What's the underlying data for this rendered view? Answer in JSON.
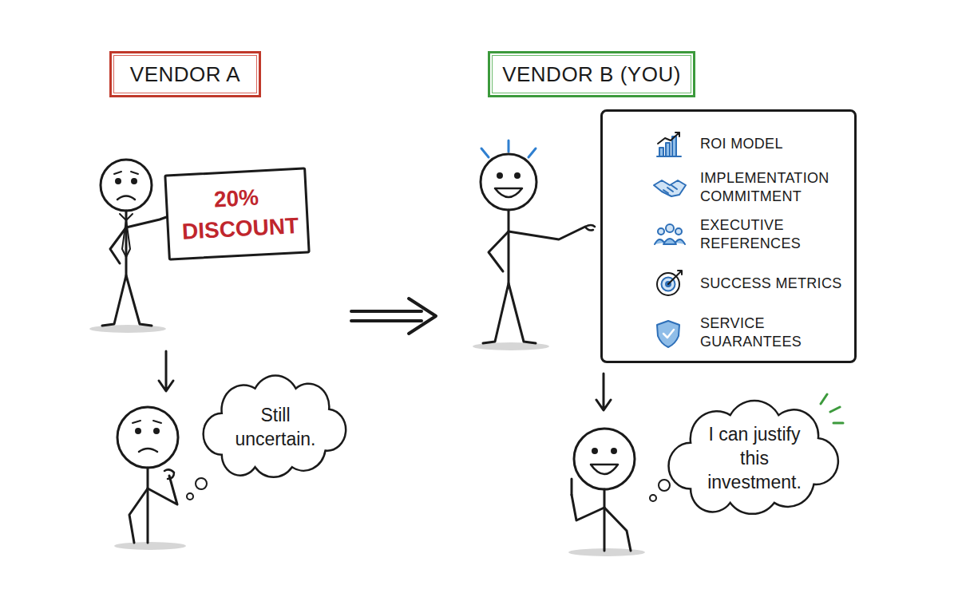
{
  "diagram": {
    "nodes": [
      {
        "text": [
          "VENDOR A"
        ]
      },
      {
        "text": [
          "20% DISCOUNT"
        ]
      },
      {
        "text": [
          "Still uncertain."
        ]
      },
      {
        "text": [
          "VENDOR B (YOU)"
        ]
      },
      {
        "text": [
          "ROI MODEL",
          "IMPLEMENTATION COMMITMENT",
          "EXECUTIVE REFERENCES",
          "SUCCESS METRICS",
          "SERVICE GUARANTEES"
        ]
      },
      {
        "text": [
          "I can justify this investment."
        ]
      }
    ]
  }
}
